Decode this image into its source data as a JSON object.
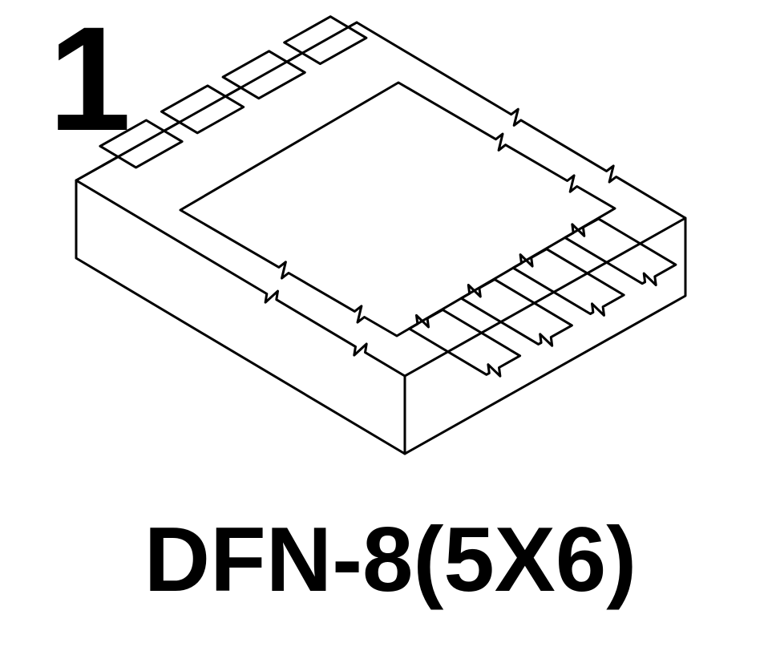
{
  "figure": {
    "drawing": "dfn-8-package-isometric-line-drawing",
    "pin_one_marker": "1",
    "caption": "DFN-8(5X6)",
    "pins_visible_top_left_edge": 4,
    "pins_visible_bottom_right_edge": 4
  },
  "colors": {
    "line": "#000000",
    "background": "#ffffff"
  }
}
